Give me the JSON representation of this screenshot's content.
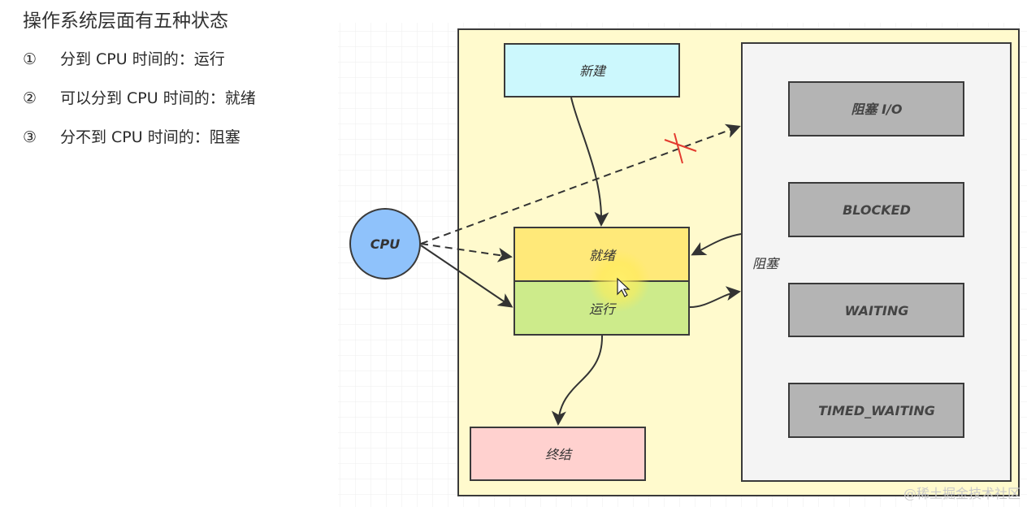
{
  "notes": {
    "title": "操作系统层面有五种状态",
    "items": [
      {
        "num": "①",
        "text": "分到 CPU 时间的：运行"
      },
      {
        "num": "②",
        "text": "可以分到 CPU 时间的：就绪"
      },
      {
        "num": "③",
        "text": "分不到 CPU 时间的：阻塞"
      }
    ]
  },
  "diagram": {
    "cpu": "CPU",
    "new": "新建",
    "ready": "就绪",
    "running": "运行",
    "terminated": "终结",
    "blocked_group": "阻塞",
    "blocked_states": [
      "阻塞 I/O",
      "BLOCKED",
      "WAITING",
      "TIMED_WAITING"
    ]
  },
  "colors": {
    "frame_fill": "#fffacd",
    "new_fill": "#ccf8fd",
    "ready_fill": "#ffe979",
    "running_fill": "#cdeb8b",
    "terminated_fill": "#ffd1cf",
    "cpu_fill": "#8fc2fb",
    "blocked_panel_fill": "#f4f4f4",
    "blocked_state_fill": "#b4b4b4",
    "cross_mark": "#e33b2f"
  },
  "watermark": "@稀土掘金技术社区"
}
